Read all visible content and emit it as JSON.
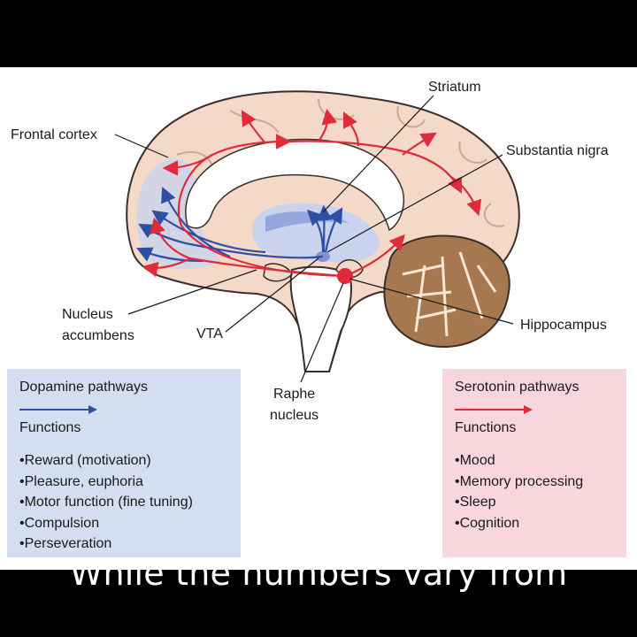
{
  "labels": {
    "striatum": "Striatum",
    "frontal_cortex": "Frontal cortex",
    "substantia_nigra": "Substantia nigra",
    "nucleus_accumbens": "Nucleus\naccumbens",
    "vta": "VTA",
    "hippocampus": "Hippocampus",
    "raphe_nucleus": "Raphe\nnucleus"
  },
  "dopamine_box": {
    "title": "Dopamine pathways",
    "functions_heading": "Functions",
    "items": [
      "•Reward (motivation)",
      "•Pleasure, euphoria",
      "•Motor function (fine tuning)",
      "•Compulsion",
      "•Perseveration"
    ],
    "color": "#2e4fa3"
  },
  "serotonin_box": {
    "title": "Serotonin pathways",
    "functions_heading": "Functions",
    "items": [
      "•Mood",
      "•Memory processing",
      "•Sleep",
      "•Cognition"
    ],
    "color": "#e02b3a"
  },
  "caption": "While the numbers vary from"
}
